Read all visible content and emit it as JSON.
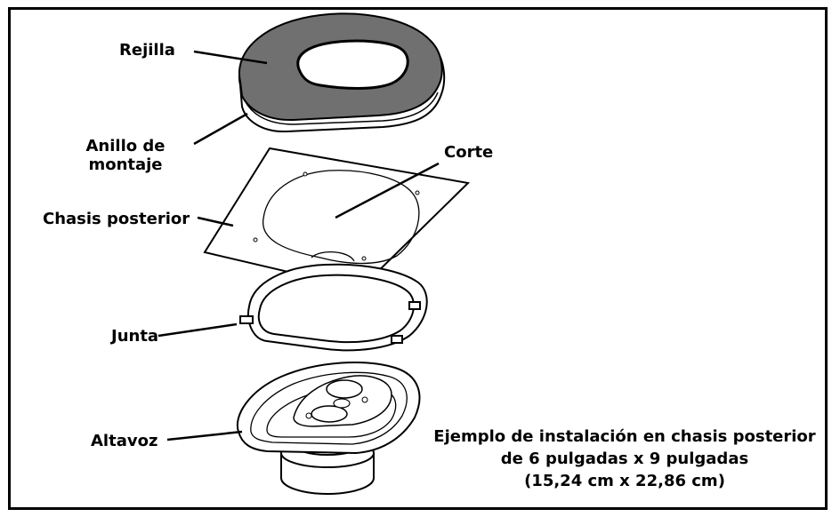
{
  "labels": {
    "grille": "Rejilla",
    "mounting_ring_line1": "Anillo de",
    "mounting_ring_line2": "montaje",
    "cutout": "Corte",
    "rear_deck": "Chasis posterior",
    "gasket": "Junta",
    "speaker": "Altavoz"
  },
  "caption": {
    "line1": "Ejemplo de instalación en chasis posterior",
    "line2": "de 6 pulgadas x 9 pulgadas",
    "line3": "(15,24 cm x 22,86 cm)"
  },
  "colors": {
    "ink": "#000000",
    "grille_fill": "#707070",
    "paper": "#ffffff"
  }
}
